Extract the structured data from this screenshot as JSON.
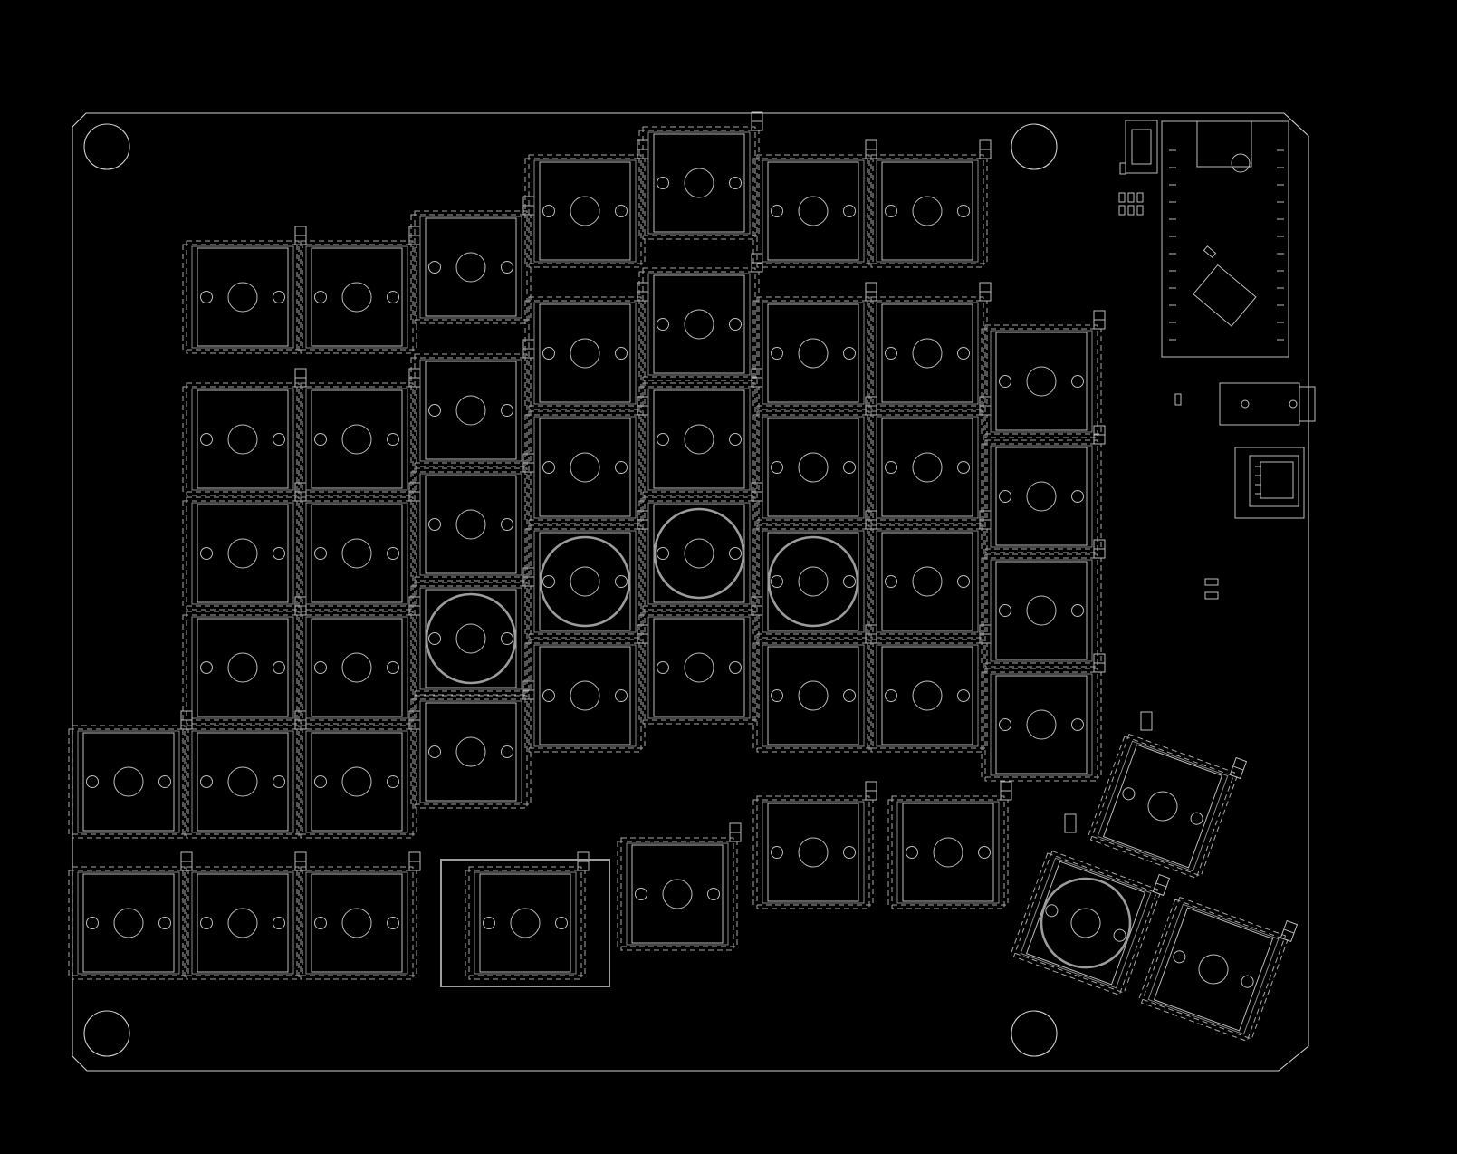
{
  "colors": {
    "background": "#000000",
    "line": "#cfcfcf",
    "dashed": "#a8a8a8",
    "stabilizer": "#9c9c9c"
  },
  "board": {
    "mounting_holes": 4,
    "shape": "pcb-outline-with-chamfered-corners"
  },
  "switches": {
    "row_pitch_label": "",
    "rotated_cluster": 3,
    "stabilized_keys": 5
  },
  "components": [
    "microcontroller-module",
    "usb-connector",
    "trrs-jack",
    "reset-switch",
    "diodes",
    "rotary-module"
  ]
}
